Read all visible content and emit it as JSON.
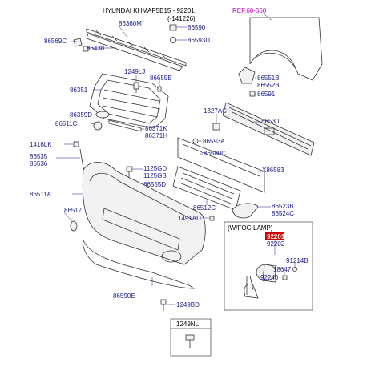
{
  "header": {
    "model": "HYUNDAI KHMAP5B15 - 92201",
    "revision": "(-141226)",
    "reference": "REF.60-660"
  },
  "fog_lamp_box": {
    "title": "(W/FOG LAMP)",
    "highlight_part": "92201"
  },
  "bottom_box": {
    "title": "1249NL"
  },
  "labels": [
    {
      "id": "86360M",
      "text": "86360M"
    },
    {
      "id": "86590",
      "text": "86590"
    },
    {
      "id": "86593D",
      "text": "86593D"
    },
    {
      "id": "86569C",
      "text": "86569C"
    },
    {
      "id": "86438",
      "text": "86438"
    },
    {
      "id": "1249LJ",
      "text": "1249LJ"
    },
    {
      "id": "86655E",
      "text": "86655E"
    },
    {
      "id": "86351",
      "text": "86351"
    },
    {
      "id": "86359D",
      "text": "86359D"
    },
    {
      "id": "86511C",
      "text": "86511C"
    },
    {
      "id": "86371K",
      "text": "86371K"
    },
    {
      "id": "86371H",
      "text": "86371H"
    },
    {
      "id": "86551B",
      "text": "86551B"
    },
    {
      "id": "86552B",
      "text": "86552B"
    },
    {
      "id": "86591",
      "text": "86591"
    },
    {
      "id": "1327AC",
      "text": "1327AC"
    },
    {
      "id": "86530",
      "text": "86530"
    },
    {
      "id": "86593A",
      "text": "86593A"
    },
    {
      "id": "86580C",
      "text": "86580C"
    },
    {
      "id": "X86583",
      "text": "X86583"
    },
    {
      "id": "1416LK",
      "text": "1416LK"
    },
    {
      "id": "86535",
      "text": "86535"
    },
    {
      "id": "86536",
      "text": "86536"
    },
    {
      "id": "1125GD",
      "text": "1125GD"
    },
    {
      "id": "1125GB",
      "text": "1125GB"
    },
    {
      "id": "86555D",
      "text": "86555D"
    },
    {
      "id": "86511A",
      "text": "86511A"
    },
    {
      "id": "86517",
      "text": "86517"
    },
    {
      "id": "86512C",
      "text": "86512C"
    },
    {
      "id": "1491AD",
      "text": "1491AD"
    },
    {
      "id": "86523B",
      "text": "86523B"
    },
    {
      "id": "86524C",
      "text": "86524C"
    },
    {
      "id": "92202",
      "text": "92202"
    },
    {
      "id": "91214B",
      "text": "91214B"
    },
    {
      "id": "18647",
      "text": "18647"
    },
    {
      "id": "92240",
      "text": "92240"
    },
    {
      "id": "86590E",
      "text": "86590E"
    },
    {
      "id": "1249BD",
      "text": "1249BD"
    }
  ]
}
